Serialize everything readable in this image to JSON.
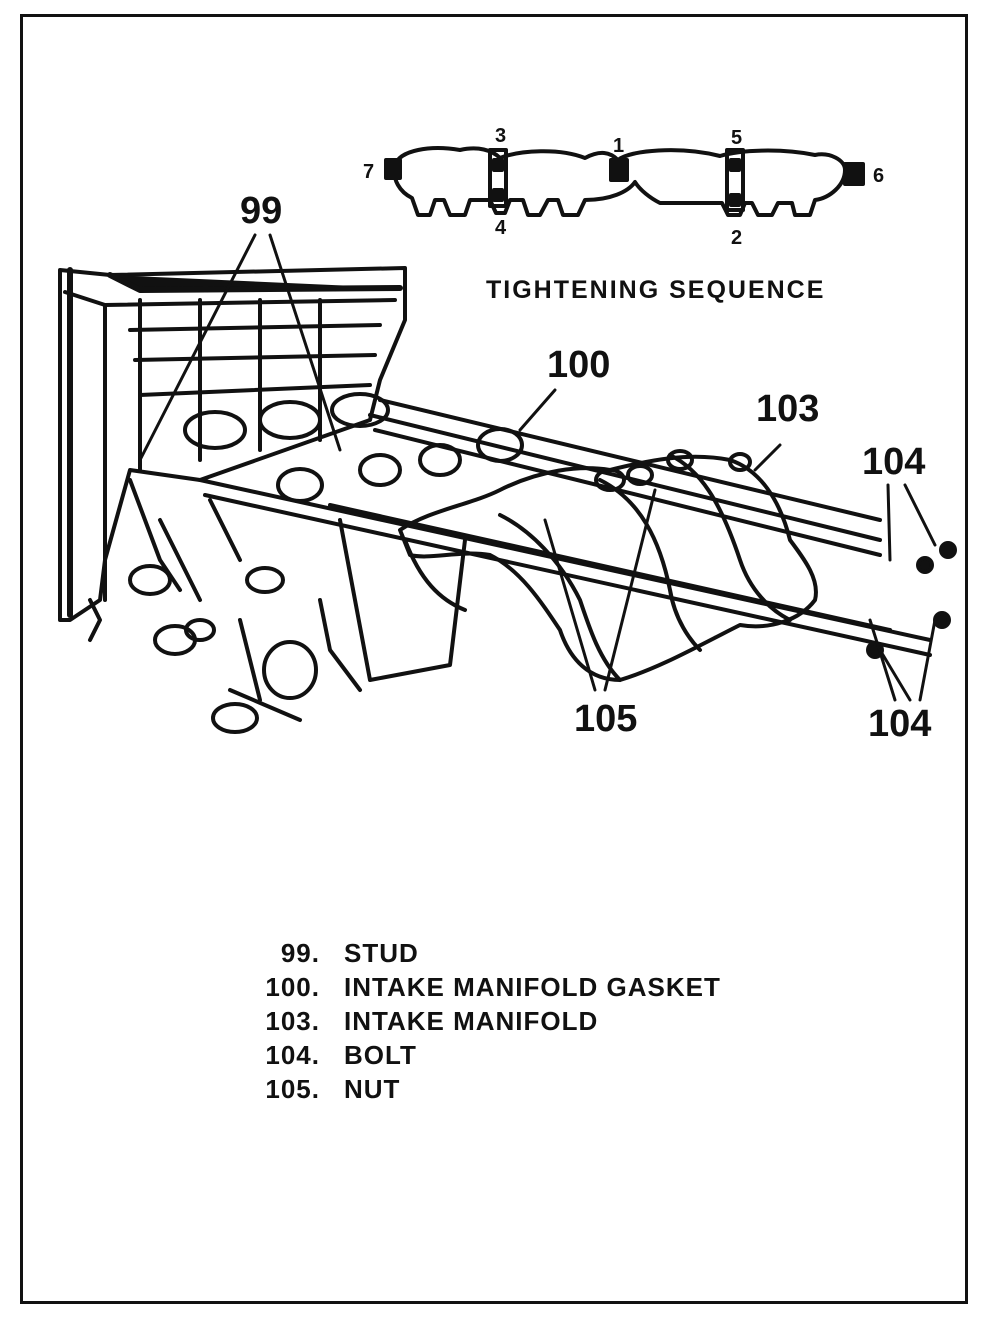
{
  "diagram": {
    "sequence_title": "TIGHTENING SEQUENCE",
    "sequence_numbers": [
      "1",
      "2",
      "3",
      "4",
      "5",
      "6",
      "7"
    ],
    "callouts": {
      "stud": "99",
      "gasket": "100",
      "manifold": "103",
      "bolt_upper": "104",
      "bolt_lower": "104",
      "nut": "105"
    }
  },
  "legend": {
    "items": [
      {
        "num": "99.",
        "label": "STUD"
      },
      {
        "num": "100.",
        "label": "INTAKE MANIFOLD GASKET"
      },
      {
        "num": "103.",
        "label": "INTAKE MANIFOLD"
      },
      {
        "num": "104.",
        "label": "BOLT"
      },
      {
        "num": "105.",
        "label": "NUT"
      }
    ]
  }
}
